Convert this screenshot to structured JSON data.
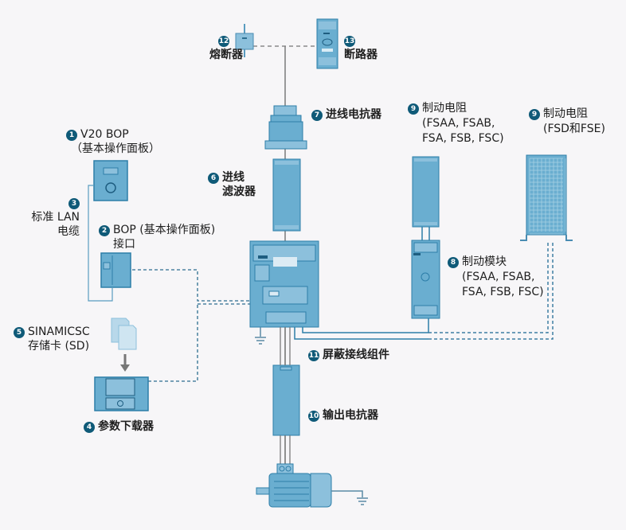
{
  "colors": {
    "device_fill": "#6aaed0",
    "device_stroke": "#2d7ea8",
    "wire": "#7a7a7a",
    "dashed_link": "#3e7fa2",
    "badge": "#0f5a78",
    "background": "#f7f6f8"
  },
  "components": [
    {
      "id": "1",
      "label": "V20 BOP",
      "sub": "（基本操作面板）",
      "icon": "bop-panel-icon"
    },
    {
      "id": "2",
      "label": "BOP (基本操作面板)",
      "sub": "接口",
      "icon": "bop-interface-icon"
    },
    {
      "id": "3",
      "label": "标准 LAN",
      "sub": "电缆",
      "icon": "lan-cable-icon"
    },
    {
      "id": "4",
      "label": "参数下载器",
      "icon": "parameter-loader-icon"
    },
    {
      "id": "5",
      "label": "SINAMICSC",
      "sub": "存储卡 (SD)",
      "icon": "sd-card-icon"
    },
    {
      "id": "6",
      "label": "进线",
      "sub": "滤波器",
      "icon": "line-filter-icon"
    },
    {
      "id": "7",
      "label": "进线电抗器",
      "icon": "line-reactor-icon"
    },
    {
      "id": "8",
      "label": "制动模块",
      "sub": "(FSAA, FSAB,",
      "sub2": "FSA, FSB, FSC)",
      "icon": "braking-module-icon"
    },
    {
      "id": "9",
      "label": "制动电阻",
      "sub": "(FSAA, FSAB,",
      "sub2": "FSA, FSB, FSC)",
      "icon": "braking-resistor-icon"
    },
    {
      "id": "9",
      "label": "制动电阻",
      "sub": "(FSD和FSE)",
      "icon": "braking-resistor-large-icon"
    },
    {
      "id": "10",
      "label": "输出电抗器",
      "icon": "output-reactor-icon"
    },
    {
      "id": "11",
      "label": "屏蔽接线组件",
      "icon": "shield-connection-kit-icon"
    },
    {
      "id": "12",
      "label": "熔断器",
      "icon": "fuse-icon"
    },
    {
      "id": "13",
      "label": "断路器",
      "icon": "circuit-breaker-icon"
    }
  ]
}
